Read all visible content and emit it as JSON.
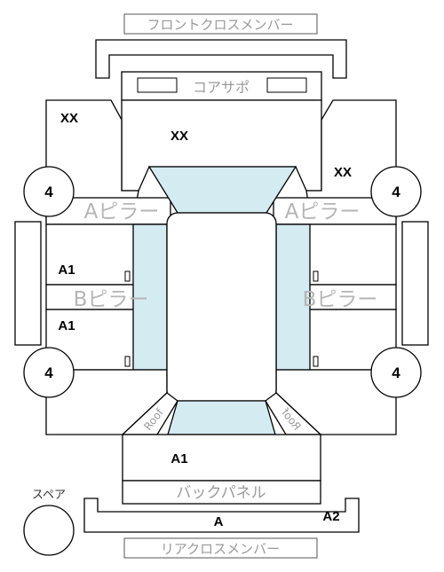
{
  "labels": {
    "front_cross_member": "フロントクロスメンバー",
    "core_support": "コアサポ",
    "a_pillar": "Aピラー",
    "b_pillar": "Bピラー",
    "back_panel": "バックパネル",
    "rear_cross_member": "リアクロスメンバー",
    "spare": "スペア",
    "roof": "Roof"
  },
  "grades": {
    "xx_left_fender": "XX",
    "xx_hood": "XX",
    "xx_right_fender": "XX",
    "a1_front_left_door": "A1",
    "a1_rear_left_door": "A1",
    "a1_trunk": "A1",
    "a_rear_bumper": "A",
    "a2_rear_bumper": "A2"
  },
  "tires": {
    "front_left": "4",
    "front_right": "4",
    "rear_left": "4",
    "rear_right": "4"
  },
  "colors": {
    "glass": "#d4ebf2",
    "outline": "#000000",
    "label_gray": "#9a9a9a"
  }
}
